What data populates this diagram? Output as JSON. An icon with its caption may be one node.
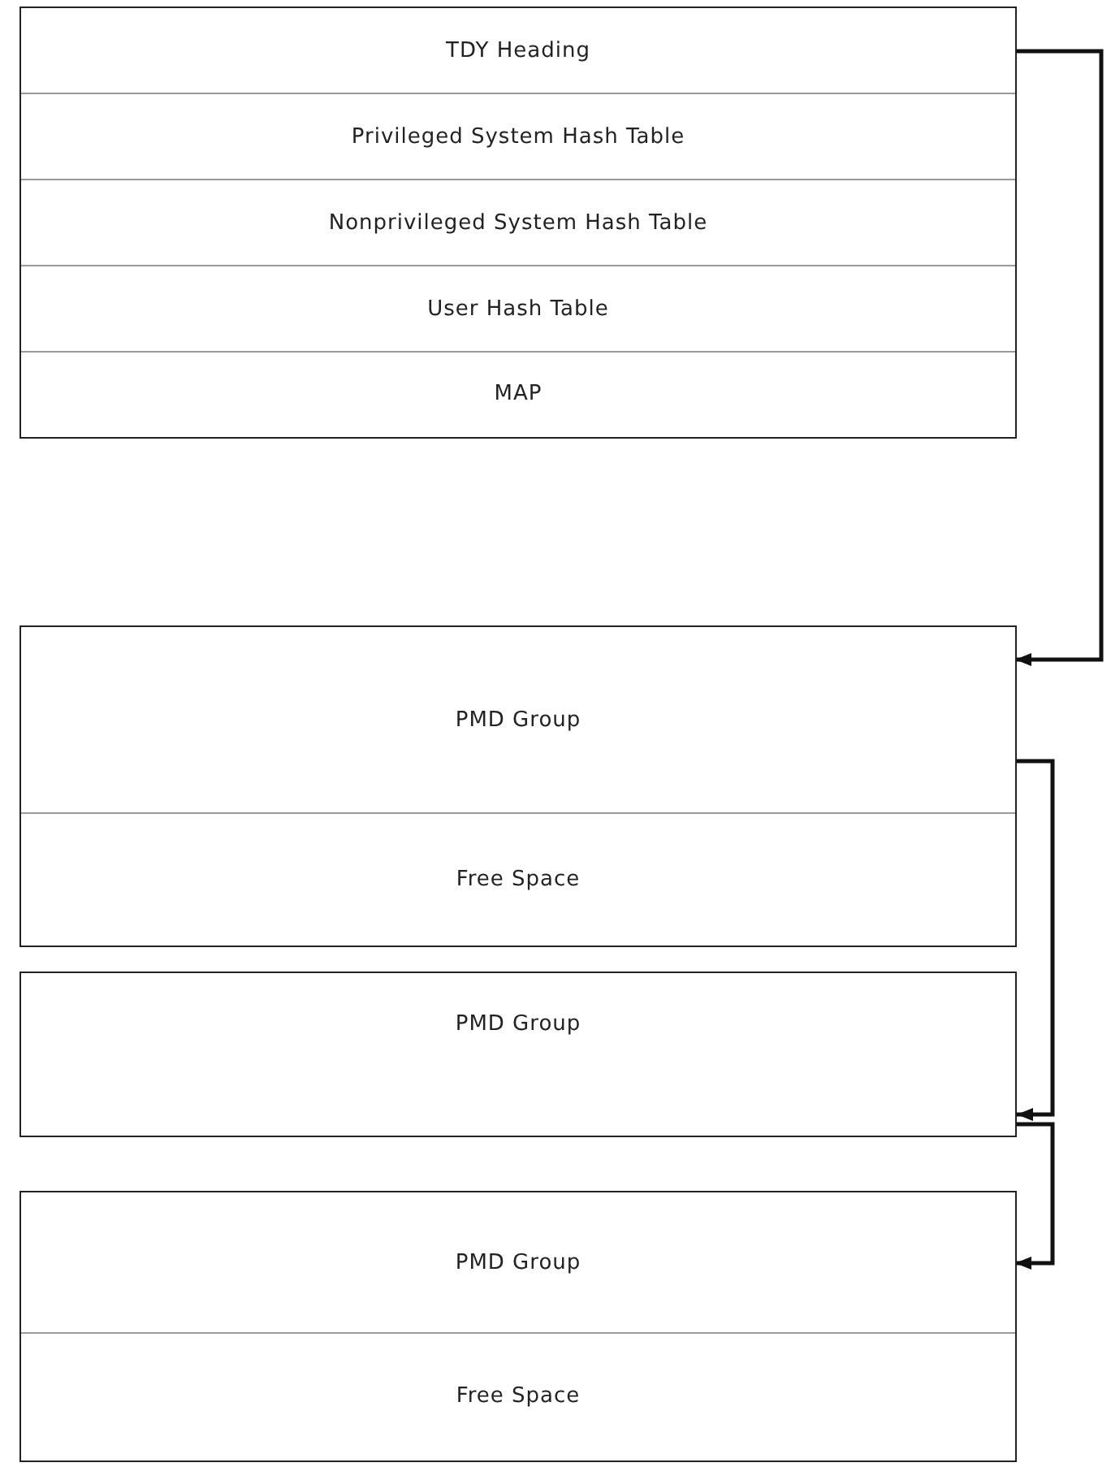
{
  "diagram": {
    "nodes": [
      {
        "text": [],
        "shape": "box"
      },
      {
        "text": [
          "TDY Heading"
        ],
        "in": 0
      },
      {
        "text": [
          "Privileged System Hash Table"
        ],
        "in": 0
      },
      {
        "text": [
          "Nonprivileged System Hash Table"
        ],
        "in": 0
      },
      {
        "text": [
          "User Hash Table"
        ],
        "in": 0
      },
      {
        "text": [
          "MAP"
        ],
        "in": 0
      },
      {
        "text": [],
        "shape": "box"
      },
      {
        "text": [
          "PMD Group"
        ],
        "in": 6
      },
      {
        "text": [
          "Free Space"
        ],
        "in": 6
      },
      {
        "text": [
          "PMD Group"
        ]
      },
      {
        "text": [],
        "shape": "box"
      },
      {
        "text": [
          "PMD Group"
        ],
        "in": 10
      },
      {
        "text": [
          "Free Space"
        ],
        "in": 10
      }
    ],
    "edges": [
      {
        "from": 1,
        "to": 7,
        "arrow": "to"
      },
      {
        "from": 7,
        "to": 9,
        "arrow": "to"
      },
      {
        "from": 9,
        "to": 11,
        "arrow": "to"
      }
    ]
  }
}
